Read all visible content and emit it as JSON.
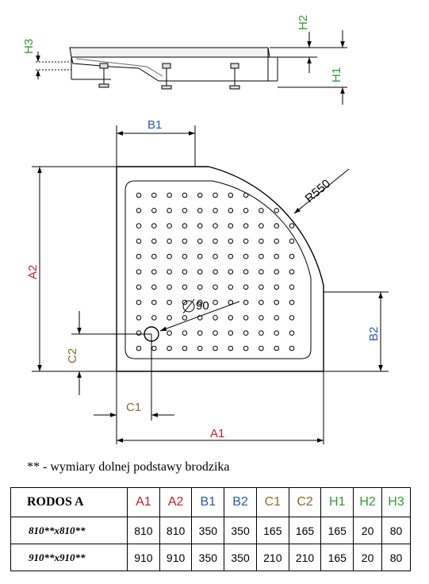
{
  "labels": {
    "h3": "H3",
    "h2": "H2",
    "h1": "H1",
    "b1": "B1",
    "r550": "R550",
    "a2": "A2",
    "d90": "90",
    "b2": "B2",
    "c2": "C2",
    "c1": "C1",
    "a1": "A1"
  },
  "colors": {
    "red": "#c0202a",
    "blue": "#2a5aa8",
    "brown": "#8a6a2a",
    "green": "#2f9a2f",
    "black": "#000000"
  },
  "note": "** - wymiary dolnej podstawy brodzika",
  "table": {
    "model": "RODOS A",
    "headers": [
      {
        "text": "A1",
        "color": "#c0202a"
      },
      {
        "text": "A2",
        "color": "#c0202a"
      },
      {
        "text": "B1",
        "color": "#2a5aa8"
      },
      {
        "text": "B2",
        "color": "#2a5aa8"
      },
      {
        "text": "C1",
        "color": "#8a6a2a"
      },
      {
        "text": "C2",
        "color": "#8a6a2a"
      },
      {
        "text": "H1",
        "color": "#2f9a2f"
      },
      {
        "text": "H2",
        "color": "#2f9a2f"
      },
      {
        "text": "H3",
        "color": "#2f9a2f"
      }
    ],
    "rows": [
      {
        "size": "810**x810**",
        "values": [
          "810",
          "810",
          "350",
          "350",
          "165",
          "165",
          "165",
          "20",
          "80"
        ]
      },
      {
        "size": "910**x910**",
        "values": [
          "910",
          "910",
          "350",
          "350",
          "210",
          "210",
          "165",
          "20",
          "80"
        ]
      }
    ]
  }
}
